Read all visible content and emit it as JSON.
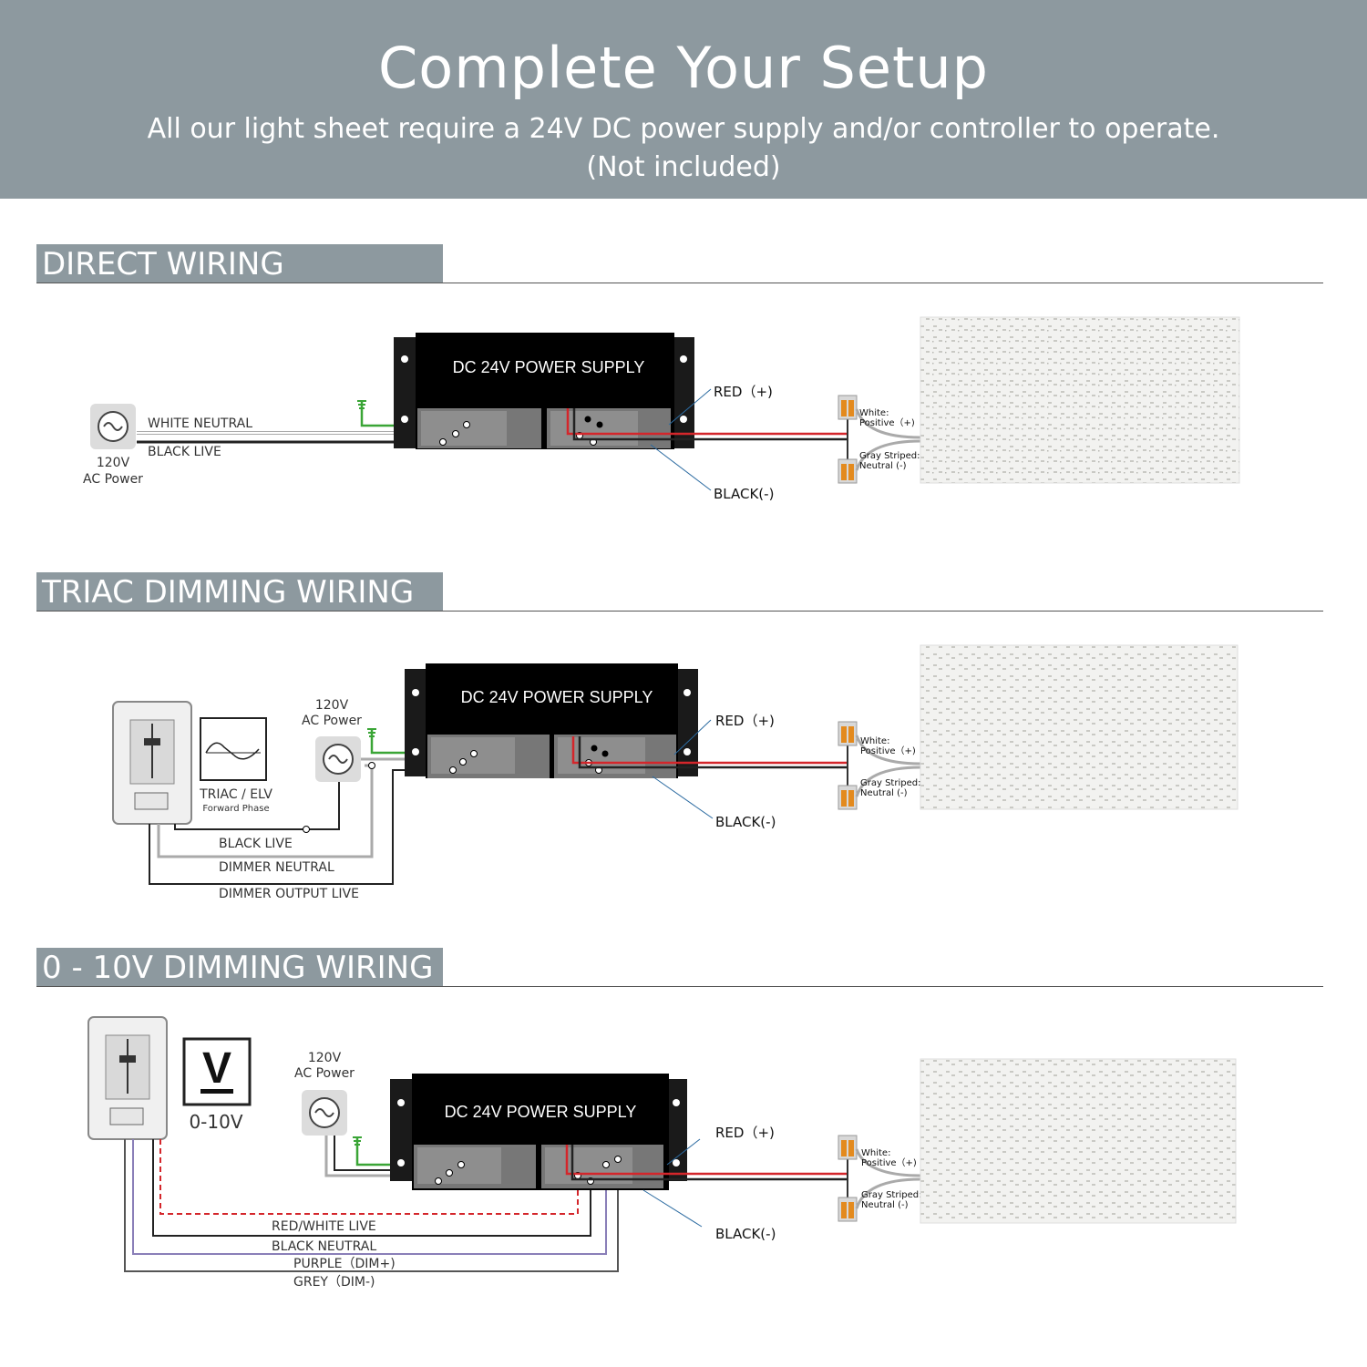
{
  "header": {
    "title": "Complete Your Setup",
    "subtitle_line1": "All our light sheet require a 24V DC power supply and/or controller to operate.",
    "subtitle_line2": "(Not included)"
  },
  "colors": {
    "header_bg": "#8d999f",
    "red_wire": "#d4262b",
    "green_wire": "#3aa536",
    "purple_wire": "#8a7fb8",
    "led_connector": "#e38a1e"
  },
  "common": {
    "psu_label": "DC 24V POWER SUPPLY",
    "red": "RED（+)",
    "black": "BLACK(-)",
    "white_lbl": "White:",
    "positive": "Positive（+)",
    "gray_lbl": "Gray Striped:",
    "neutral": "Neutral (-)"
  },
  "direct": {
    "heading": "DIRECT WIRING",
    "volt": "120V",
    "ac": "AC Power",
    "white_neutral": "WHITE NEUTRAL",
    "black_live": "BLACK LIVE"
  },
  "triac": {
    "heading": "TRIAC DIMMING WIRING",
    "volt": "120V",
    "ac": "AC Power",
    "triac_label": "TRIAC / ELV",
    "phase": "Forward Phase",
    "black_live": "BLACK LIVE",
    "dimmer_neutral": "DIMMER NEUTRAL",
    "dimmer_output": "DIMMER OUTPUT LIVE"
  },
  "dim010": {
    "heading": "0 - 10V DIMMING WIRING",
    "volt": "120V",
    "ac": "AC Power",
    "v_symbol": "V",
    "range": "0-10V",
    "red_white": "RED/WHITE LIVE",
    "black_neutral": "BLACK NEUTRAL",
    "purple": "PURPLE（DIM+)",
    "grey": "GREY（DIM-)"
  }
}
